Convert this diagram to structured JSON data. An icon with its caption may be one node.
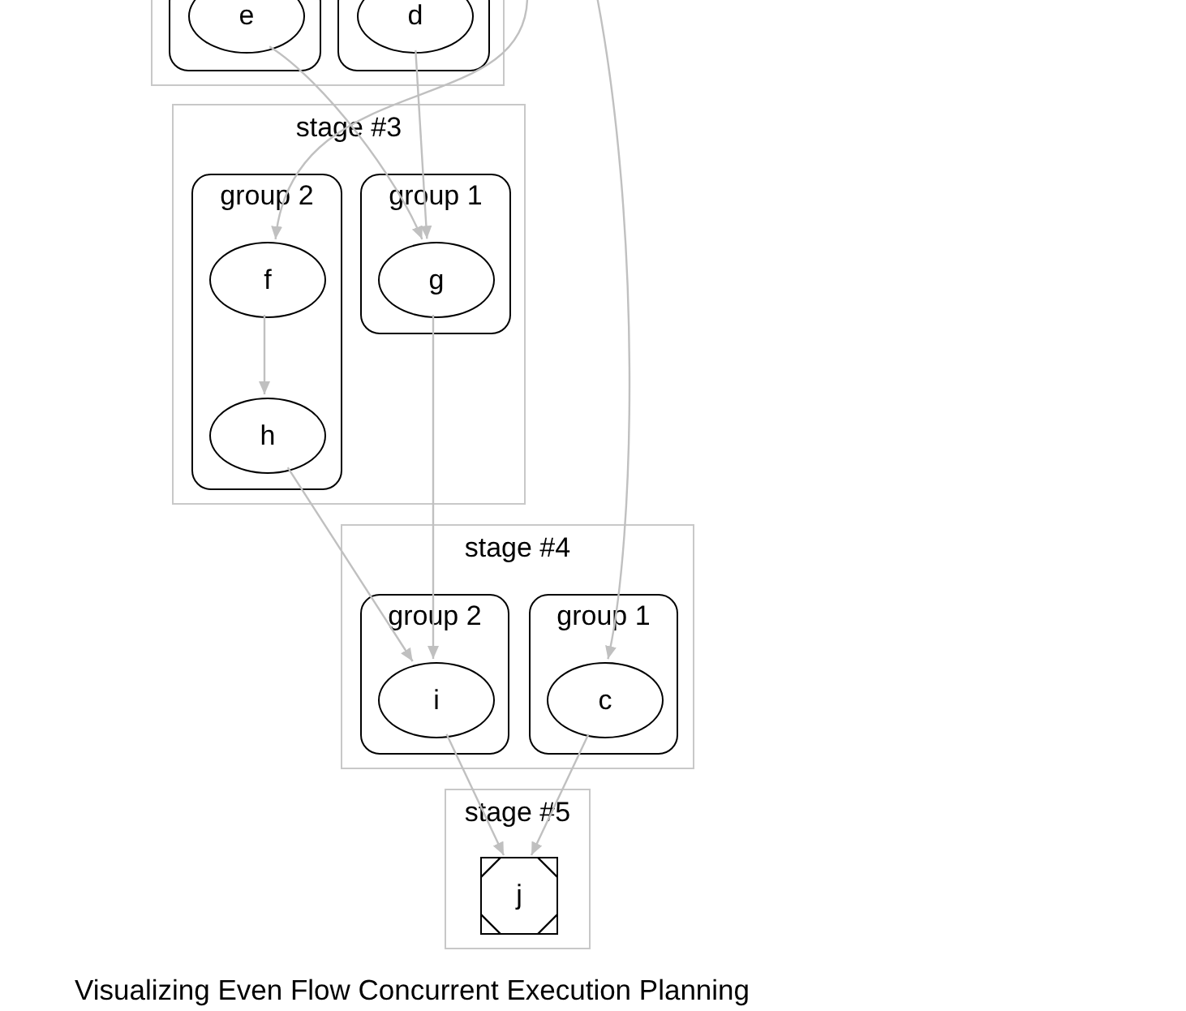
{
  "diagram": {
    "caption": "Visualizing Even Flow Concurrent Execution Planning",
    "nodes": [
      {
        "text": [],
        "shape": "box"
      },
      {
        "text": [],
        "shape": "box",
        "in": 0
      },
      {
        "text": [
          "e"
        ],
        "in": 1
      },
      {
        "text": [],
        "shape": "box",
        "in": 0
      },
      {
        "text": [
          "d"
        ],
        "in": 3
      },
      {
        "text": [
          "stage #3"
        ]
      },
      {
        "text": [
          "group 2"
        ],
        "in": 5
      },
      {
        "text": [
          "f"
        ],
        "in": 6
      },
      {
        "text": [
          "h"
        ],
        "in": 6
      },
      {
        "text": [
          "group 1"
        ],
        "in": 5
      },
      {
        "text": [
          "g"
        ],
        "in": 9
      },
      {
        "text": [
          "stage #4"
        ]
      },
      {
        "text": [
          "group 2"
        ],
        "in": 11
      },
      {
        "text": [
          "i"
        ],
        "in": 12
      },
      {
        "text": [
          "group 1"
        ],
        "in": 11
      },
      {
        "text": [
          "c"
        ],
        "in": 14
      },
      {
        "text": [
          "stage #5"
        ]
      },
      {
        "text": [
          "j"
        ],
        "in": 16
      }
    ],
    "edges": [
      {
        "from": 2,
        "to": 10,
        "arrow": "to"
      },
      {
        "from": 4,
        "to": 10,
        "arrow": "to"
      },
      {
        "from": null,
        "to": 7,
        "arrow": "to"
      },
      {
        "from": null,
        "to": 15,
        "arrow": "to"
      },
      {
        "from": 7,
        "to": 8,
        "arrow": "to"
      },
      {
        "from": 8,
        "to": 13,
        "arrow": "to"
      },
      {
        "from": 10,
        "to": 13,
        "arrow": "to"
      },
      {
        "from": 13,
        "to": 17,
        "arrow": "to"
      },
      {
        "from": 15,
        "to": 17,
        "arrow": "to"
      }
    ]
  }
}
